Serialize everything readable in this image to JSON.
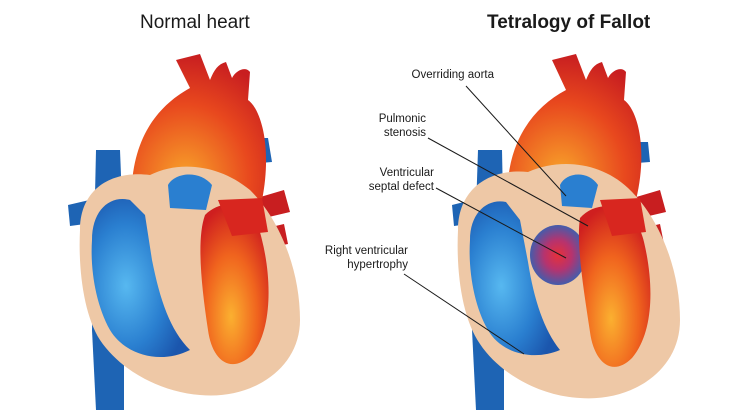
{
  "titles": {
    "normal": "Normal heart",
    "tof": "Tetralogy of Fallot"
  },
  "labels": {
    "overriding_aorta": "Overriding aorta",
    "pulmonic_stenosis_l1": "Pulmonic",
    "pulmonic_stenosis_l2": "stenosis",
    "vsd_l1": "Ventricular",
    "vsd_l2": "septal defect",
    "rvh_l1": "Right ventricular",
    "rvh_l2": "hypertrophy"
  },
  "colors": {
    "muscle": "#eec8a6",
    "oxygenated": "#d8261f",
    "deoxygenated": "#1e64b4",
    "mixed": "#f39a21"
  }
}
